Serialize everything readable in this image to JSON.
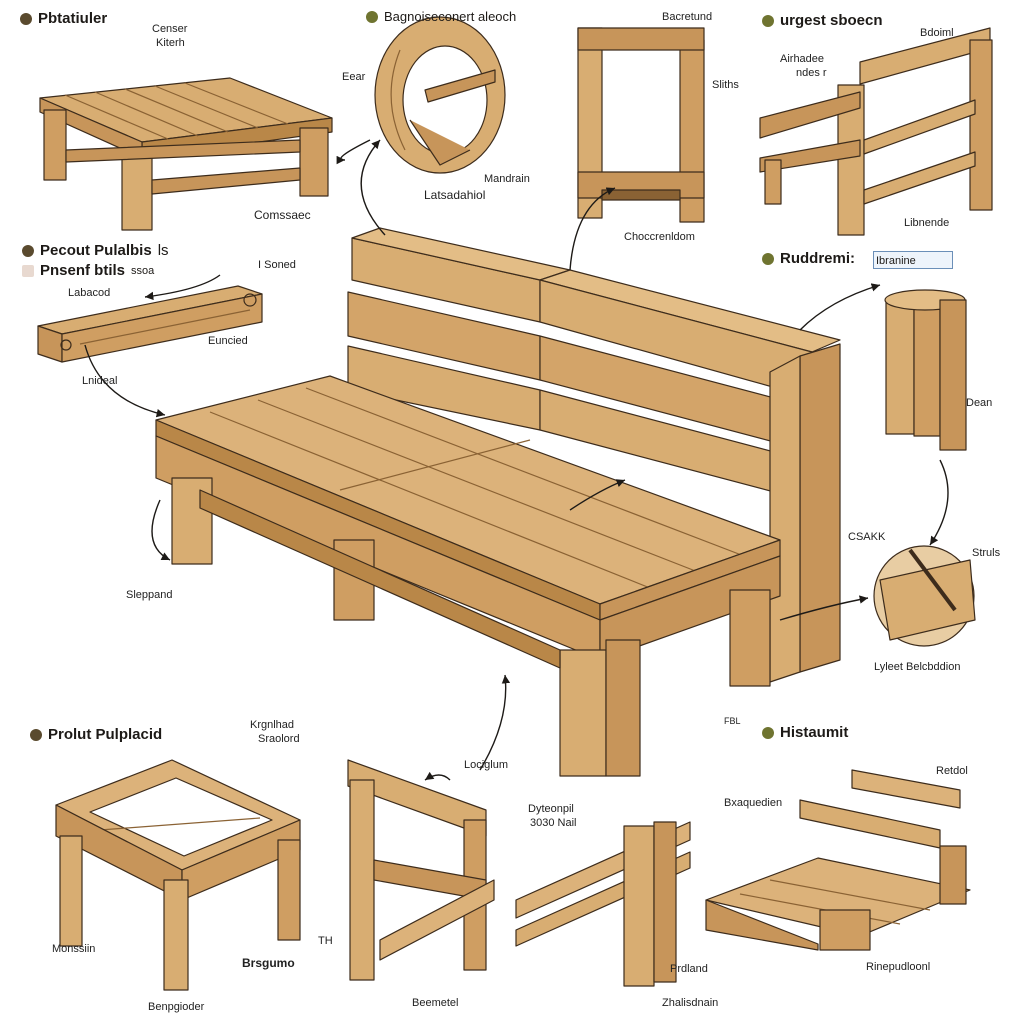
{
  "titles": {
    "top_left": "Pbtatiuler",
    "top_center": "Bagnoiseconert aleoch",
    "top_right": "urgest sboecn",
    "mid_left_1": "Pecout Pulalbis",
    "mid_left_1_suffix": "ls",
    "mid_left_2": "Pnsenf btils",
    "mid_left_2_suffix": "ssoa",
    "mid_right": "Ruddremi:",
    "mid_right_tag": "Ibranine",
    "bottom_left": "Prolut Pulplacid",
    "bottom_right": "Histaumit"
  },
  "labels": {
    "censer": "Censer",
    "kiterh": "Kiterh",
    "consaec": "Comssaec",
    "eear": "Eear",
    "latsadahiol": "Latsadahiol",
    "mandrain": "Mandrain",
    "bacretund": "Bacretund",
    "sliths": "Sliths",
    "chocdrenldom": "Choccrenldom",
    "airhadee_1": "Airhadee",
    "airhadee_2": "ndes r",
    "bodiml": "Bdoiml",
    "libnende": "Libnende",
    "sonred": "I Soned",
    "labacod": "Labacod",
    "eulnolod": "Euncied",
    "lnidedal": "Lnideal",
    "sleppand": "Sleppand",
    "dean": "Dean",
    "cisaik": "CSAKK",
    "struls": "Struls",
    "lyleet": "Lyleet Belcbddion",
    "krgnlhad": "Krgnlhad",
    "sraolorld": "Sraolord",
    "lociglum": "Lociglum",
    "fbl": "FBL",
    "dytteonpl_1": "Dyteonpil",
    "dytteonpl_2": "3030 Nail",
    "retdol": "Retdol",
    "bxaudedien": "Bxaquedien",
    "monssiin": "Monssiin",
    "th": "TH",
    "brsgumo": "Brsgumo",
    "benpgioder": "Benpgioder",
    "beemetel": "Beemetel",
    "prdland": "Prdland",
    "rinepudloonl": "Rinepudloonl",
    "zhalisdnain": "Zhalisdnain"
  }
}
